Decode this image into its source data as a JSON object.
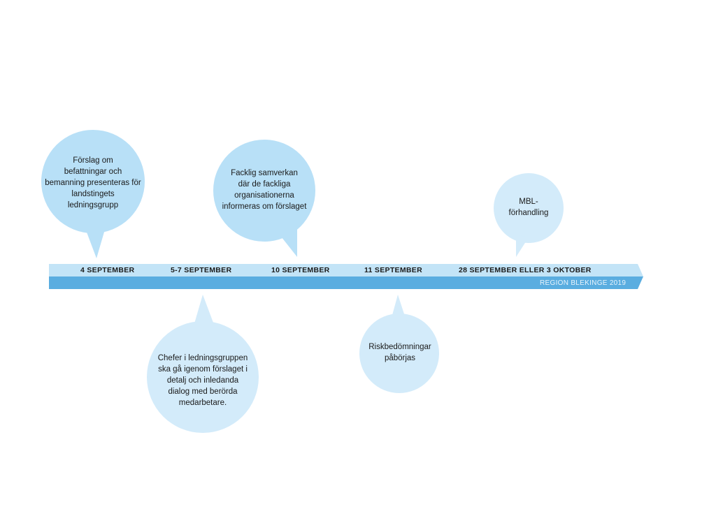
{
  "colors": {
    "bubble_dark": "#b8e0f7",
    "bubble_light": "#d3ebfa",
    "band_top": "#c3e4f7",
    "band_bottom": "#5aade0"
  },
  "timeline": {
    "dates": [
      "4 SEPTEMBER",
      "5-7 SEPTEMBER",
      "10 SEPTEMBER",
      "11 SEPTEMBER",
      "28 SEPTEMBER ELLER 3 OKTOBER"
    ],
    "footer": "REGION BLEKINGE 2019"
  },
  "events": [
    {
      "text": "Förslag om\nbefattningar och\nbemanning presenteras för\nlandstingets\nledningsgrupp"
    },
    {
      "text": "Chefer i ledningsgruppen\nska gå igenom förslaget i\ndetalj och inledanda\ndialog med berörda\nmedarbetare."
    },
    {
      "text": "Facklig samverkan\ndär de fackliga\norganisationerna\ninformeras om förslaget"
    },
    {
      "text": "Riskbedömningar\npåbörjas"
    },
    {
      "text": "MBL-\nförhandling"
    }
  ]
}
